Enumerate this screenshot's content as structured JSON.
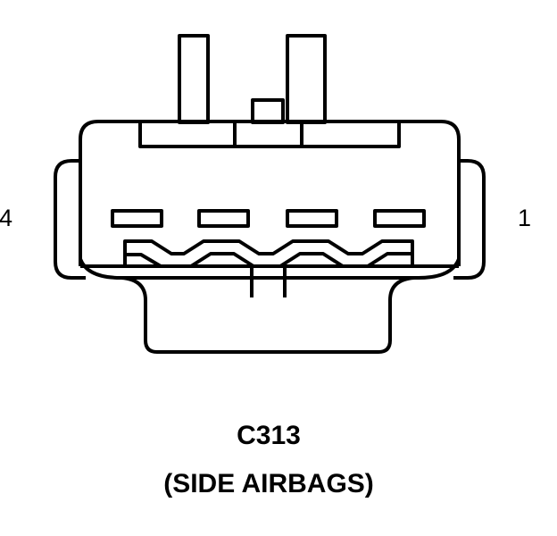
{
  "connector": {
    "id": "C313",
    "description": "(SIDE AIRBAGS)",
    "pin_label_left": "4",
    "pin_label_right": "1",
    "line_color": "#000000",
    "background_color": "#ffffff"
  }
}
